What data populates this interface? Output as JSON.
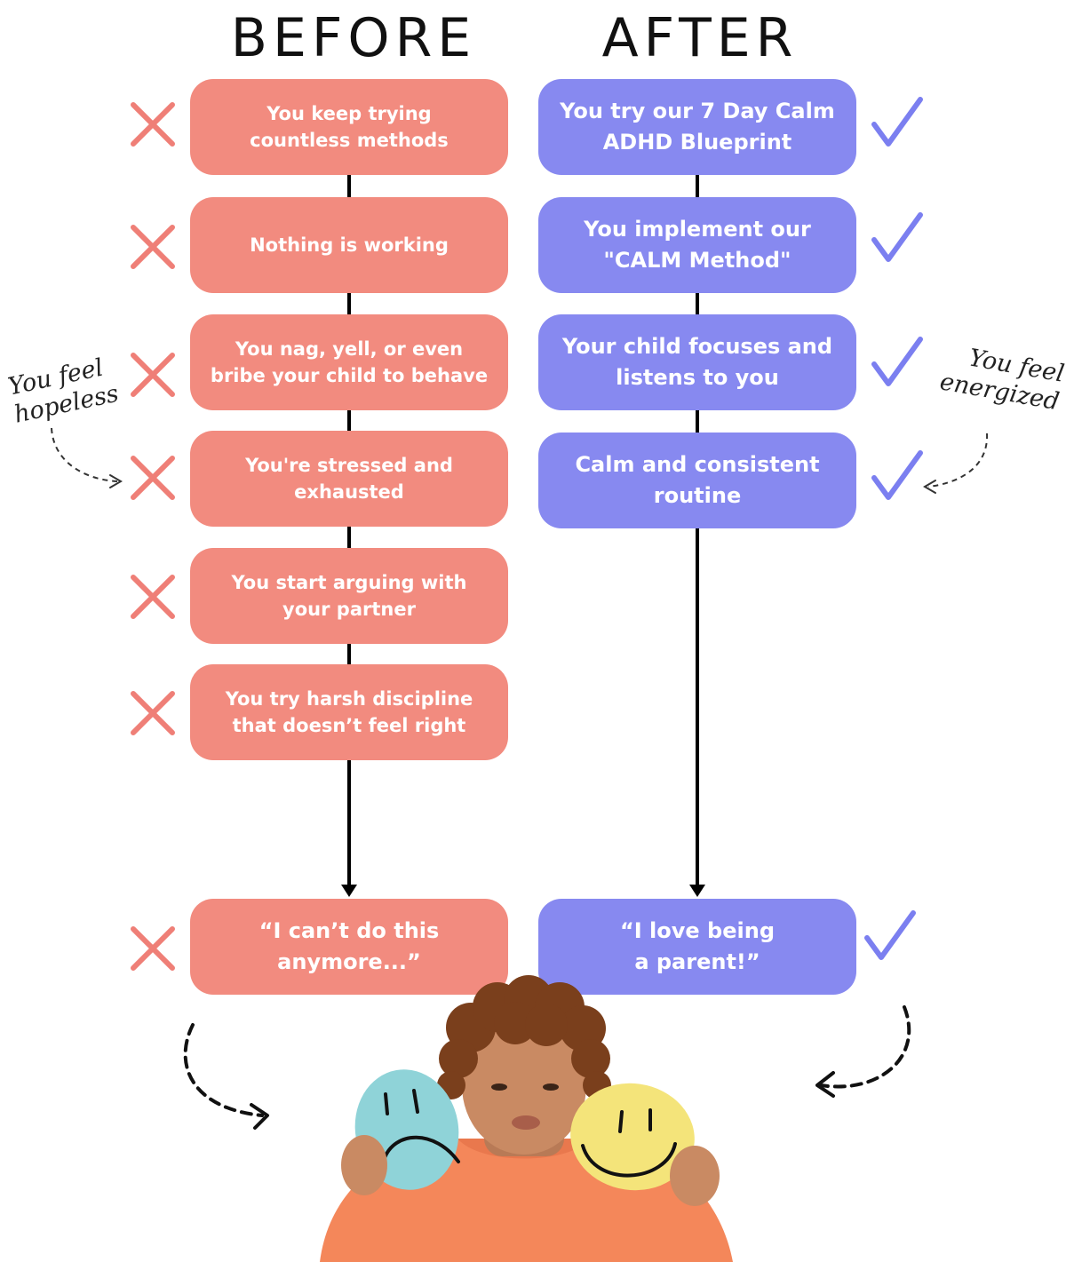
{
  "headings": {
    "before": "BEFORE",
    "after": "AFTER"
  },
  "before_steps": [
    "You keep trying\ncountless methods",
    "Nothing is working",
    "You nag, yell, or even\nbribe your child to behave",
    "You're stressed and\nexhausted",
    "You start arguing with\nyour partner",
    "You try harsh  discipline\nthat doesn’t feel right"
  ],
  "after_steps": [
    "You try our 7 Day Calm\nADHD Blueprint",
    "You implement our\n\"CALM Method\"",
    "Your child focuses and\nlistens to you",
    "Calm and consistent\nroutine"
  ],
  "before_outcome": "“I can’t do this\nanymore...”",
  "after_outcome": "“I love being\na parent!”",
  "notes": {
    "left": "You feel\nhopeless",
    "right": "You feel\nenergized"
  },
  "colors": {
    "before": "#f28b7f",
    "after": "#8789f0",
    "cross": "#ef7f77",
    "check": "#7b7ff0"
  },
  "icons": {
    "before": "cross-icon",
    "after": "checkmark-icon"
  }
}
